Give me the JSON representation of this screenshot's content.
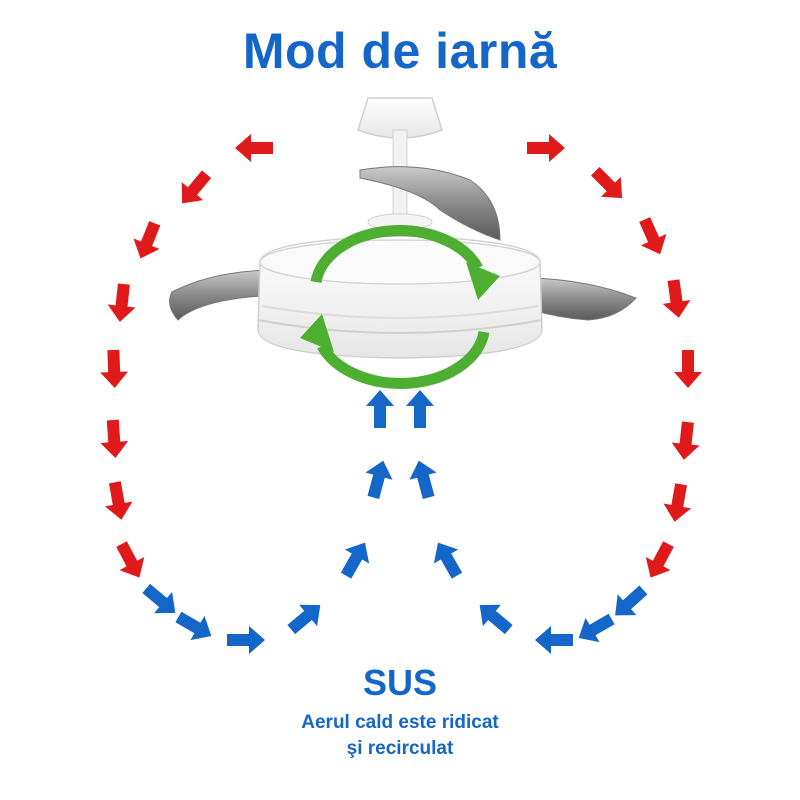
{
  "title": "Mod de iarnă",
  "direction": "SUS",
  "caption": {
    "line1": "Aerul cald este ridicat",
    "line2": "şi recirculat"
  },
  "colors": {
    "blue": "#1466c8",
    "red": "#e01a1a",
    "green": "#4caf32"
  },
  "icons": {
    "fan": "ceiling-fan-icon",
    "rotation": "rotation-arrows-icon",
    "arrow": "arrow-icon"
  }
}
